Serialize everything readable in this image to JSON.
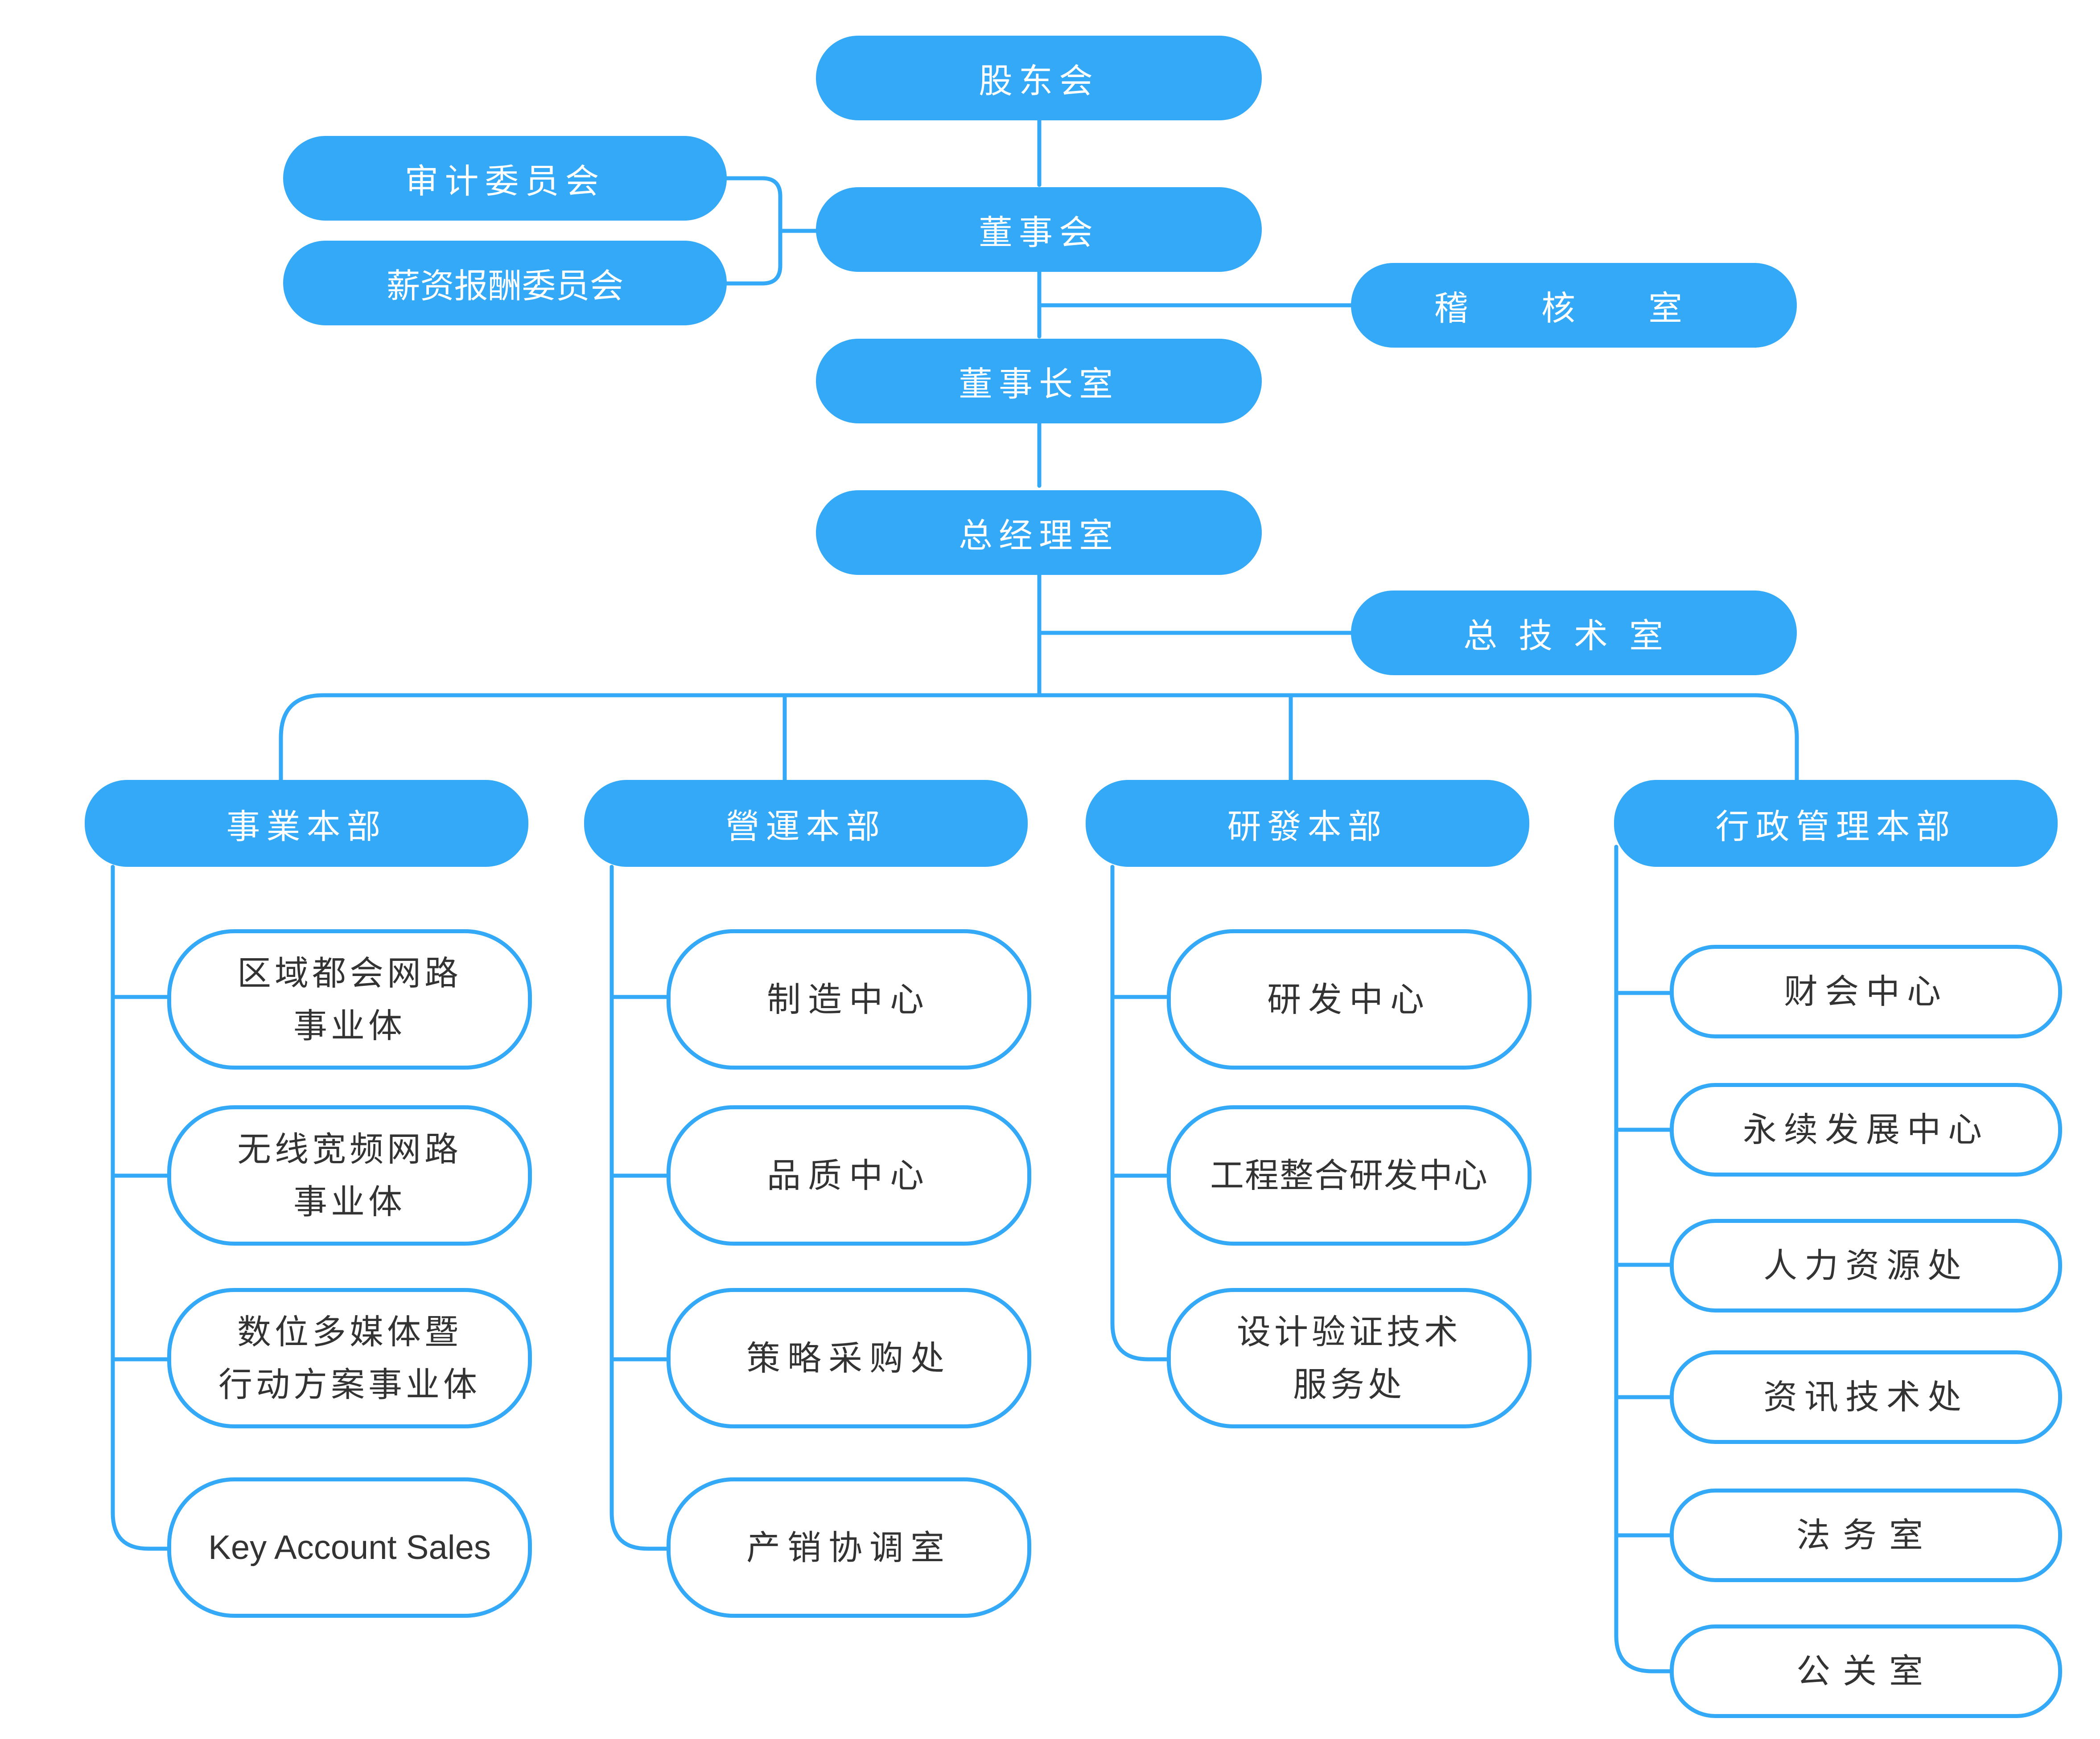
{
  "colors": {
    "accent": "#34a9f7",
    "text_dark": "#333333",
    "text_light": "#ffffff"
  },
  "top": {
    "shareholders": "股东会",
    "audit_committee": "审计委员会",
    "compensation_committee": "薪资报酬委员会",
    "board": "董事会",
    "audit_office": "稽 核 室",
    "chairman_office": "董事长室",
    "gm_office": "总经理室",
    "chief_tech_office": "总技术室"
  },
  "divisions": [
    {
      "name": "事業本部",
      "units": [
        "区域都会网路\n事业体",
        "无线宽频网路\n事业体",
        "数位多媒体暨\n行动方案事业体",
        "Key Account Sales"
      ]
    },
    {
      "name": "營運本部",
      "units": [
        "制造中心",
        "品质中心",
        "策略采购处",
        "产销协调室"
      ]
    },
    {
      "name": "研發本部",
      "units": [
        "研发中心",
        "工程整合研发中心",
        "设计验证技术\n服务处"
      ]
    },
    {
      "name": "行政管理本部",
      "units": [
        "财会中心",
        "永续发展中心",
        "人力资源处",
        "资讯技术处",
        "法务室",
        "公关室"
      ]
    }
  ]
}
